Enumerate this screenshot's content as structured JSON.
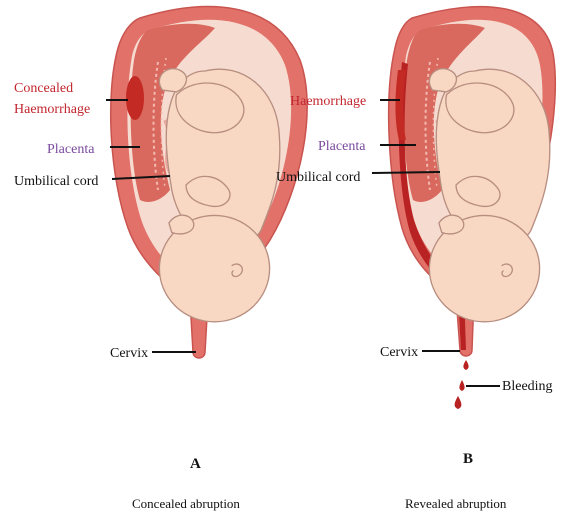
{
  "colors": {
    "uterus_wall": "#e2716a",
    "uterus_wall_dark": "#c9544f",
    "cavity": "#f6dcd0",
    "placenta": "#d9695f",
    "placenta_stripe": "#f3b8ae",
    "fetus": "#f8d7c3",
    "fetus_outline": "#b78e80",
    "hemorrhage": "#c42a24",
    "blood": "#b82222",
    "leader": "#111111"
  },
  "panel_a": {
    "letter": "A",
    "caption": "Concealed abruption",
    "labels": {
      "hemorrhage_line1": "Concealed",
      "hemorrhage_line2": "Haemorrhage",
      "placenta": "Placenta",
      "umbilical_cord": "Umbilical cord",
      "cervix": "Cervix"
    }
  },
  "panel_b": {
    "letter": "B",
    "caption": "Revealed abruption",
    "labels": {
      "hemorrhage": "Haemorrhage",
      "placenta": "Placenta",
      "umbilical_cord": "Umbilical cord",
      "cervix": "Cervix",
      "bleeding": "Bleeding"
    }
  }
}
